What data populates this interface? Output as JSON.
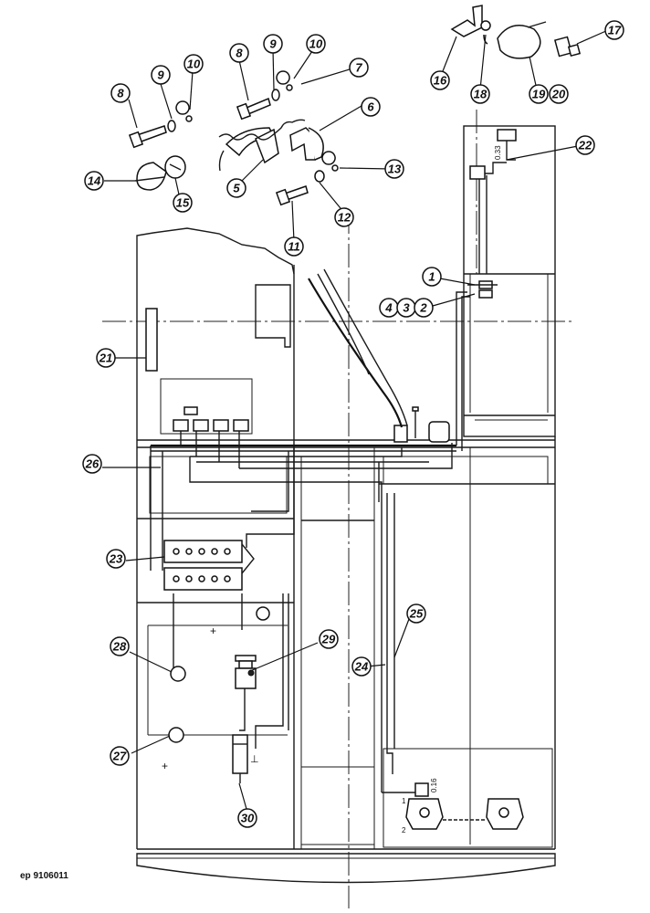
{
  "reference": "ep 9106011",
  "callouts": {
    "c1": "1",
    "c2": "2",
    "c3": "3",
    "c4": "4",
    "c5": "5",
    "c6": "6",
    "c7": "7",
    "c8a": "8",
    "c8b": "8",
    "c9a": "9",
    "c9b": "9",
    "c10a": "10",
    "c10b": "10",
    "c11": "11",
    "c12": "12",
    "c13": "13",
    "c14": "14",
    "c15": "15",
    "c16": "16",
    "c17": "17",
    "c18": "18",
    "c19": "19",
    "c20": "20",
    "c21": "21",
    "c22": "22",
    "c23": "23",
    "c24": "24",
    "c25": "25",
    "c26": "26",
    "c27": "27",
    "c28": "28",
    "c29": "29",
    "c30": "30"
  },
  "labels": {
    "wire_033": "0.33",
    "wire_016": "0.16",
    "plus": "+",
    "minus": "⊥",
    "contact_1": "1",
    "contact_2": "2"
  }
}
